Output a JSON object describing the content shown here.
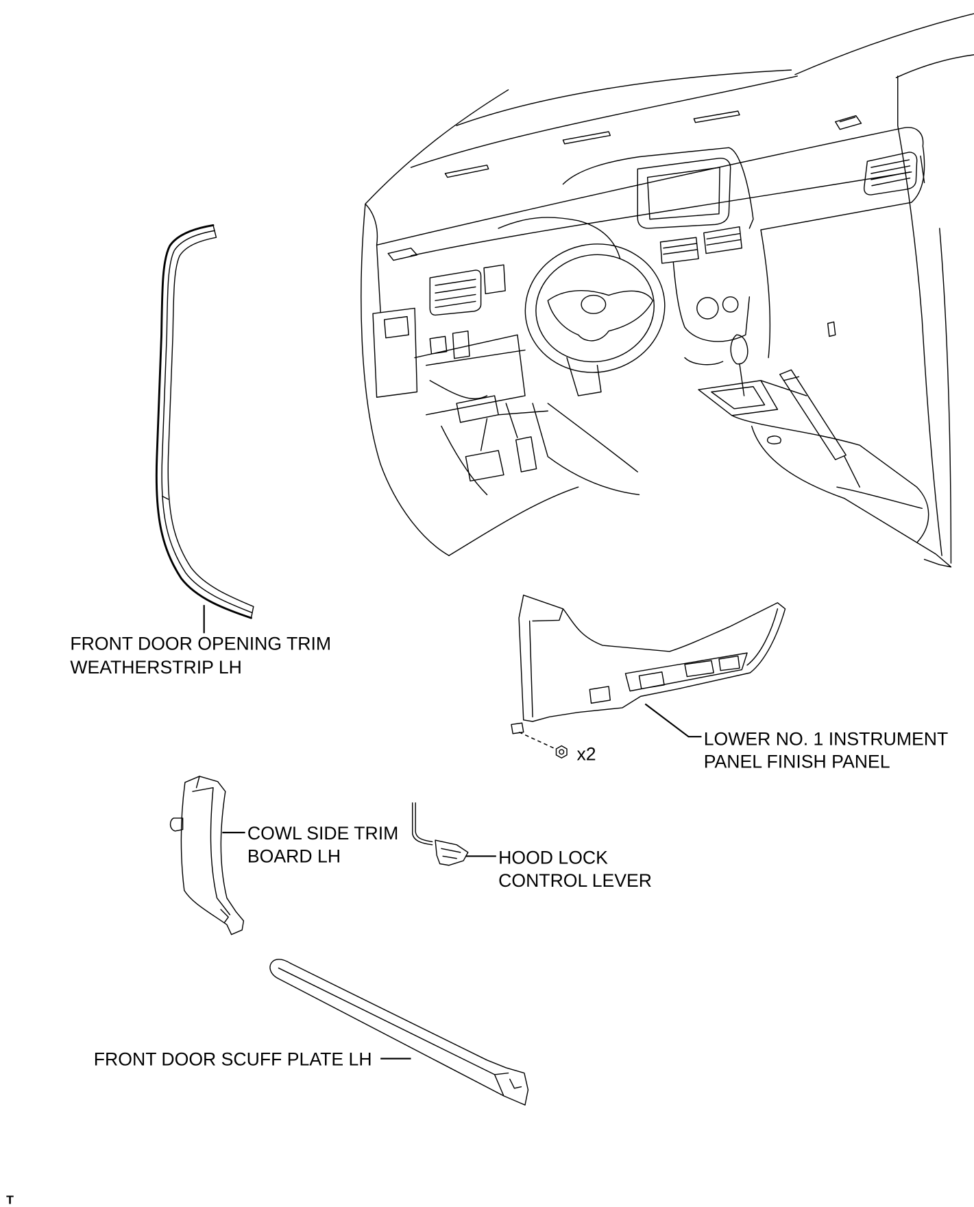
{
  "diagram": {
    "labels": {
      "front_door_opening_trim_weatherstrip": [
        "FRONT DOOR OPENING TRIM",
        "WEATHERSTRIP LH"
      ],
      "lower_no1_instrument_panel_finish_panel": [
        "LOWER NO. 1 INSTRUMENT",
        "PANEL FINISH PANEL"
      ],
      "fastener_quantity": "x2",
      "cowl_side_trim_board": [
        "COWL SIDE TRIM",
        "BOARD LH"
      ],
      "hood_lock_control_lever": [
        "HOOD LOCK",
        "CONTROL LEVER"
      ],
      "front_door_scuff_plate": "FRONT DOOR SCUFF PLATE LH"
    },
    "corner_mark": "T"
  },
  "colors": {
    "line": "#000000",
    "background": "#ffffff"
  }
}
